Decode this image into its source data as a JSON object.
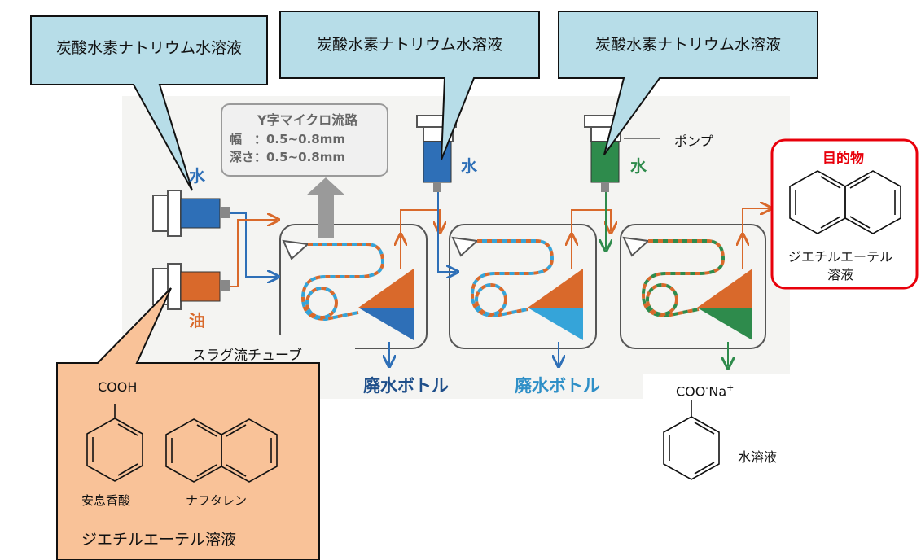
{
  "callouts": {
    "reagent_1": "炭酸水素ナトリウム水溶液",
    "reagent_2": "炭酸水素ナトリウム水溶液",
    "reagent_3": "炭酸水素ナトリウム水溶液"
  },
  "channel_info": {
    "title": "Y字マイクロ流路",
    "width_line": "幅　：0.5~0.8mm",
    "depth_line": "深さ：0.5~0.8mm"
  },
  "labels": {
    "water_1": "水",
    "water_2": "水",
    "water_3": "水",
    "oil": "油",
    "pump": "ポンプ",
    "slug_tube": "スラグ流チューブ",
    "waste_1": "廃水ボトル",
    "waste_2": "廃水ボトル"
  },
  "input_box": {
    "cooh": "COOH",
    "benzoic_acid": "安息香酸",
    "naphthalene": "ナフタレン",
    "solvent": "ジエチルエーテル溶液"
  },
  "target_box": {
    "title": "目的物",
    "solvent_line1": "ジエチルエーテル",
    "solvent_line2": "溶液"
  },
  "output_product": {
    "coo": "COO",
    "minus": "-",
    "na": "Na",
    "plus": "+",
    "aqueous": "水溶液"
  },
  "colors": {
    "callout_fill": "#b7dde8",
    "input_fill": "#f9c298",
    "target_border": "#e8000b",
    "oil": "#d9692b",
    "water_blue": "#2e6fb7",
    "water_light": "#35a4d9",
    "water_green": "#2e8b4c"
  }
}
